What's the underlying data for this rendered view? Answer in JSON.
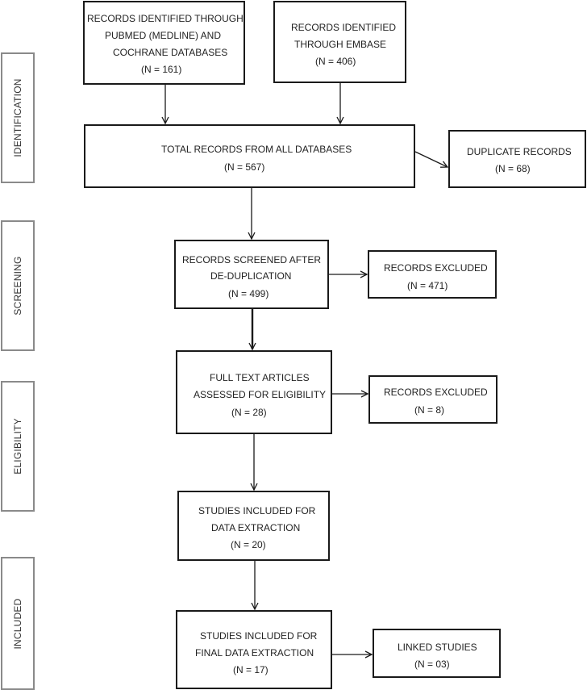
{
  "phases": {
    "identification": "IDENTIFICATION",
    "screening": "SCREENING",
    "eligibility": "ELIGIBILITY",
    "included": "INCLUDED"
  },
  "boxes": {
    "pubmed": {
      "lines": [
        "RECORDS IDENTIFIED THROUGH",
        "PUBMED (MEDLINE) AND",
        "COCHRANE DATABASES",
        "(N = 161)"
      ]
    },
    "embase": {
      "lines": [
        "RECORDS IDENTIFIED",
        "THROUGH EMBASE",
        "(N = 406)"
      ]
    },
    "total": {
      "lines": [
        "TOTAL RECORDS FROM ALL DATABASES",
        "(N = 567)"
      ]
    },
    "duplicates": {
      "lines": [
        "DUPLICATE RECORDS",
        "(N = 68)"
      ]
    },
    "screened": {
      "lines": [
        "RECORDS SCREENED AFTER",
        "DE-DUPLICATION",
        "(N = 499)"
      ]
    },
    "excluded_screen": {
      "lines": [
        "RECORDS EXCLUDED",
        "(N = 471)"
      ]
    },
    "fulltext": {
      "lines": [
        "FULL TEXT ARTICLES",
        "ASSESSED FOR ELIGIBILITY",
        "(N = 28)"
      ]
    },
    "excluded_elig": {
      "lines": [
        "RECORDS EXCLUDED",
        "(N = 8)"
      ]
    },
    "extraction": {
      "lines": [
        "STUDIES INCLUDED FOR",
        "DATA EXTRACTION",
        "(N = 20)"
      ]
    },
    "final": {
      "lines": [
        "STUDIES INCLUDED FOR",
        "FINAL DATA EXTRACTION",
        "(N = 17)"
      ]
    },
    "linked": {
      "lines": [
        "LINKED STUDIES",
        "(N = 03)"
      ]
    }
  }
}
